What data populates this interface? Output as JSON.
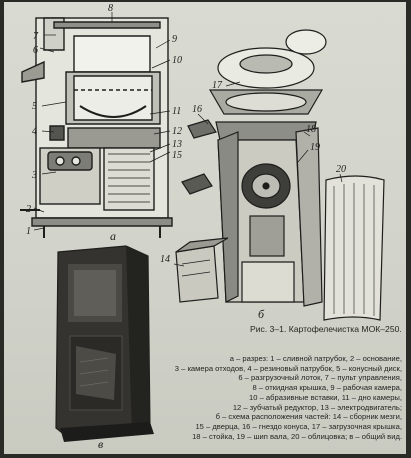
{
  "figure": {
    "caption": "Рис. 3–1. Картофелечистка МОК–250.",
    "view_labels": {
      "a": "а",
      "b": "б",
      "v": "в"
    },
    "part_numbers": [
      "1",
      "2",
      "3",
      "4",
      "5",
      "6",
      "7",
      "8",
      "9",
      "10",
      "11",
      "12",
      "13",
      "14",
      "15",
      "16",
      "17",
      "18",
      "19",
      "20"
    ],
    "legend": [
      "а – разрез: 1 – сливной патрубок, 2 – основание,",
      "3 – камера отходов, 4 – резиновый патрубок, 5 – конусный диск,",
      "6 – разгрузочный лоток, 7 – пульт управления,",
      "8 – откидная крышка, 9 – рабочая камера,",
      "10 – абразивные вставки, 11 – дно камеры,",
      "12 – зубчатый редуктор, 13 – электродвигатель;",
      "б – схема расположения частей: 14 – сборник мезги,",
      "15 – дверца, 16 – гнездо конуса, 17 – загрузочная крышка,",
      "18 – стойка, 19 – шип вала, 20 – облицовка; в – общий вид."
    ]
  },
  "colors": {
    "paper": "#d5d7ce",
    "ink": "#1e1e1c",
    "machine_dark": "#34332f"
  }
}
